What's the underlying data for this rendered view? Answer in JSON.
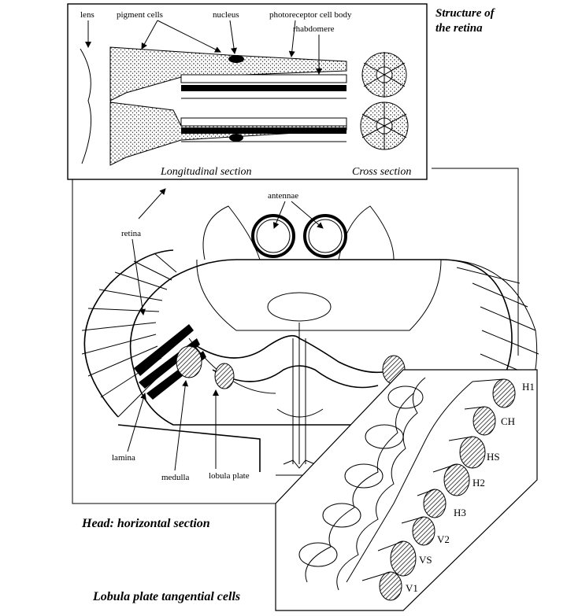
{
  "retina": {
    "title_line1": "Structure of",
    "title_line2": "the retina",
    "labels": {
      "lens": "lens",
      "pigment_cells": "pigment cells",
      "nucleus": "nucleus",
      "photoreceptor": "photoreceptor cell body",
      "rhabdomere": "rhabdomere"
    },
    "longitudinal_caption": "Longitudinal section",
    "cross_caption": "Cross section"
  },
  "head": {
    "caption": "Head: horizontal section",
    "labels": {
      "antennae": "antennae",
      "retina": "retina",
      "lamina": "lamina",
      "medulla": "medulla",
      "lobula_plate": "lobula plate"
    }
  },
  "lobula": {
    "caption": "Lobula plate tangential cells",
    "cells": [
      "H1",
      "CH",
      "HS",
      "H2",
      "H3",
      "V2",
      "VS",
      "V1"
    ]
  }
}
